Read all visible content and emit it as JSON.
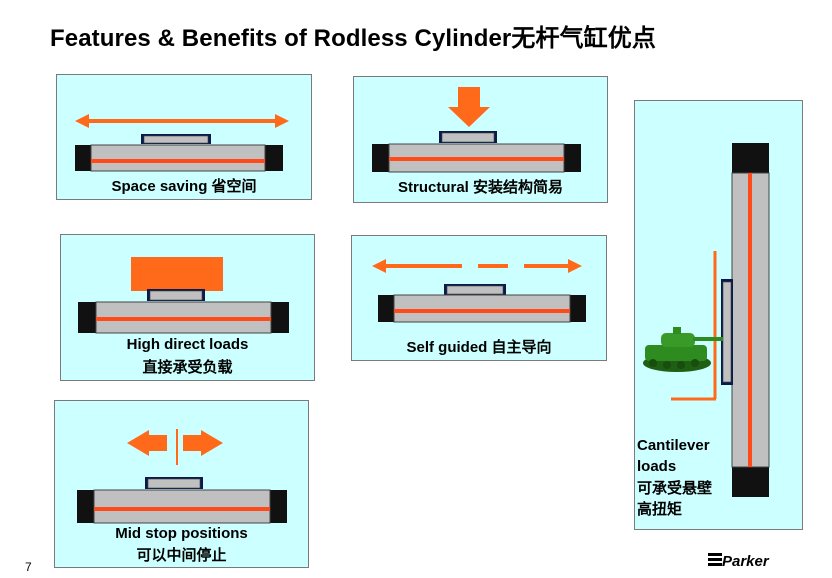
{
  "title": "Features & Benefits of Rodless Cylinder无杆气缸优点",
  "panels": {
    "space_saving": {
      "caption": "Space saving 省空间"
    },
    "structural": {
      "caption": "Structural 安装结构简易"
    },
    "high_direct": {
      "caption_en": "High direct loads",
      "caption_zh": "直接承受负载"
    },
    "self_guided": {
      "caption": "Self guided 自主导向"
    },
    "mid_stop": {
      "caption_en": "Mid stop positions",
      "caption_zh": "可以中间停止"
    },
    "cantilever": {
      "line1": "Cantilever",
      "line2": "loads",
      "line3": "可承受悬壁",
      "line4": "高扭矩"
    }
  },
  "page_number": "7",
  "logo_text": "Parker",
  "colors": {
    "panel_bg": "#ccffff",
    "accent": "#ff6a1a",
    "body_gray": "#c0c0c0",
    "end_cap": "#111111",
    "tank_green": "#2e8b1f"
  }
}
